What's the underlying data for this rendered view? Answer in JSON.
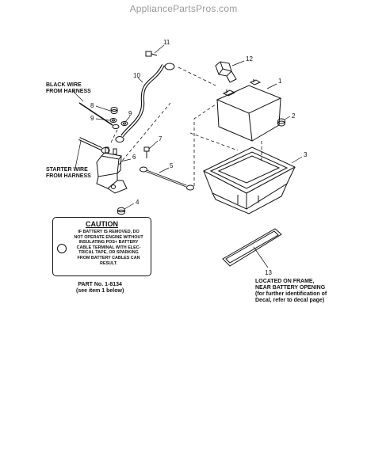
{
  "watermark": "AppliancePartsPros.com",
  "labels": {
    "black_wire": "BLACK WIRE\nFROM HARNESS",
    "starter_wire": "STARTER WIRE\nFROM HARNESS"
  },
  "callouts": [
    "1",
    "2",
    "3",
    "4",
    "5",
    "6",
    "7",
    "8",
    "9",
    "9",
    "10",
    "11",
    "12",
    "13"
  ],
  "caution": {
    "title": "CAUTION",
    "text": "IF BATTERY IS REMOVED, DO\nNOT OPERATE ENGINE WITHOUT\nINSULATING POS+ BATTERY\nCABLE TERMINAL WITH ELEC-\nTRICAL TAPE, OR SPARKING\nFROM BATTERY CABLES CAN\nRESULT."
  },
  "part_no": "PART No. 1-8134\n(see item 1 below)",
  "frame_note": "LOCATED ON FRAME,\nNEAR BATTERY OPENING\n(for further identification of\nDecal, refer to decal page)"
}
